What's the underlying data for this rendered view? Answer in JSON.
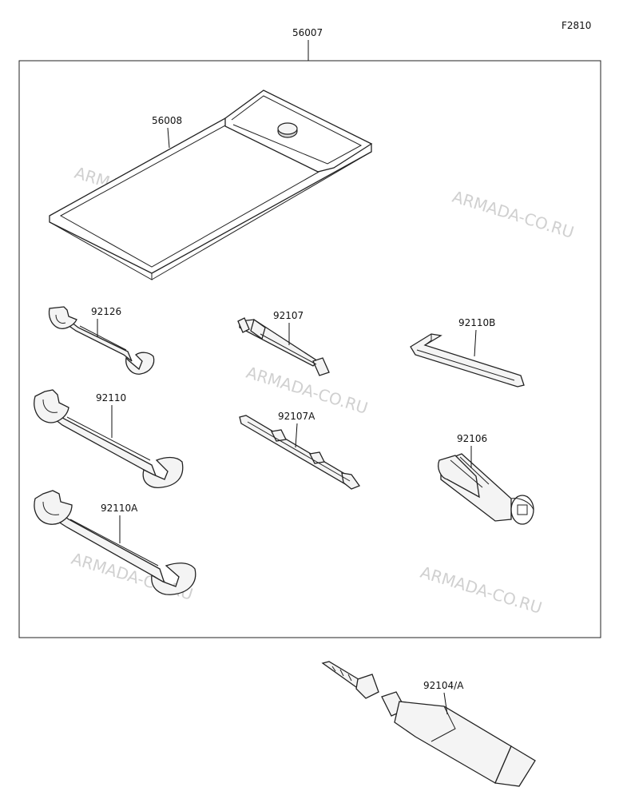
{
  "figure_code": "F2810",
  "labels": {
    "kit": "56007",
    "pouch": "56008",
    "wrench_small": "92126",
    "wrench_mid": "92110",
    "wrench_large": "92110A",
    "screwdriver": "92107",
    "screwdriver_double": "92107A",
    "hex_key": "92110B",
    "driver_handle": "92106",
    "grease_tube": "92104/A"
  },
  "watermark": "ARMADA-CO.RU"
}
